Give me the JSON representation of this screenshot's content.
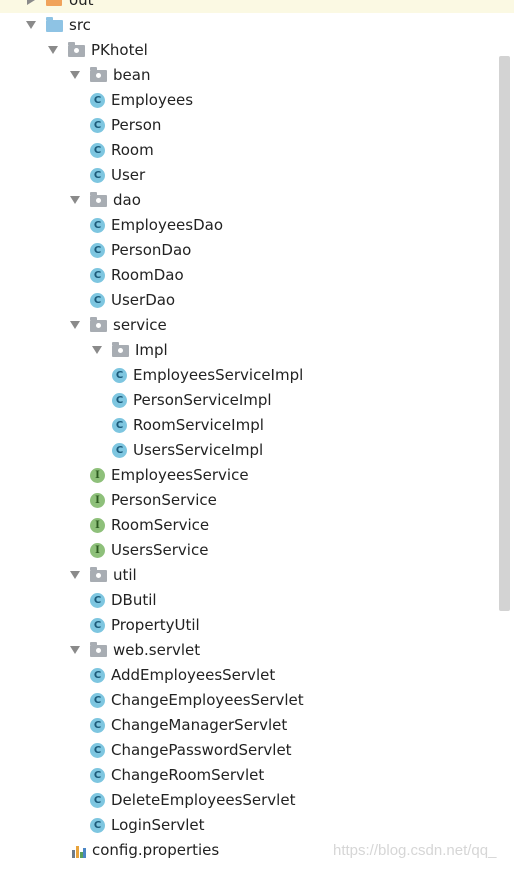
{
  "tree": [
    {
      "label": "out",
      "depth": 0,
      "type": "folder-orange",
      "arrow": "right"
    },
    {
      "label": "src",
      "depth": 0,
      "type": "folder-blue",
      "arrow": "down"
    },
    {
      "label": "PKhotel",
      "depth": 1,
      "type": "package",
      "arrow": "down"
    },
    {
      "label": "bean",
      "depth": 2,
      "type": "package",
      "arrow": "down"
    },
    {
      "label": "Employees",
      "depth": 3,
      "type": "class"
    },
    {
      "label": "Person",
      "depth": 3,
      "type": "class"
    },
    {
      "label": "Room",
      "depth": 3,
      "type": "class"
    },
    {
      "label": "User",
      "depth": 3,
      "type": "class"
    },
    {
      "label": "dao",
      "depth": 2,
      "type": "package",
      "arrow": "down"
    },
    {
      "label": "EmployeesDao",
      "depth": 3,
      "type": "class"
    },
    {
      "label": "PersonDao",
      "depth": 3,
      "type": "class"
    },
    {
      "label": "RoomDao",
      "depth": 3,
      "type": "class"
    },
    {
      "label": "UserDao",
      "depth": 3,
      "type": "class"
    },
    {
      "label": "service",
      "depth": 2,
      "type": "package",
      "arrow": "down"
    },
    {
      "label": "Impl",
      "depth": 3,
      "type": "package",
      "arrow": "down"
    },
    {
      "label": "EmployeesServiceImpl",
      "depth": 4,
      "type": "class"
    },
    {
      "label": "PersonServiceImpl",
      "depth": 4,
      "type": "class"
    },
    {
      "label": "RoomServiceImpl",
      "depth": 4,
      "type": "class"
    },
    {
      "label": "UsersServiceImpl",
      "depth": 4,
      "type": "class"
    },
    {
      "label": "EmployeesService",
      "depth": 3,
      "type": "interface"
    },
    {
      "label": "PersonService",
      "depth": 3,
      "type": "interface"
    },
    {
      "label": "RoomService",
      "depth": 3,
      "type": "interface"
    },
    {
      "label": "UsersService",
      "depth": 3,
      "type": "interface"
    },
    {
      "label": "util",
      "depth": 2,
      "type": "package",
      "arrow": "down"
    },
    {
      "label": "DButil",
      "depth": 3,
      "type": "class"
    },
    {
      "label": "PropertyUtil",
      "depth": 3,
      "type": "class"
    },
    {
      "label": "web.servlet",
      "depth": 2,
      "type": "package",
      "arrow": "down"
    },
    {
      "label": "AddEmployeesServlet",
      "depth": 3,
      "type": "class"
    },
    {
      "label": "ChangeEmployeesServlet",
      "depth": 3,
      "type": "class"
    },
    {
      "label": "ChangeManagerServlet",
      "depth": 3,
      "type": "class"
    },
    {
      "label": "ChangePasswordServlet",
      "depth": 3,
      "type": "class"
    },
    {
      "label": "ChangeRoomServlet",
      "depth": 3,
      "type": "class"
    },
    {
      "label": "DeleteEmployeesServlet",
      "depth": 3,
      "type": "class"
    },
    {
      "label": "LoginServlet",
      "depth": 3,
      "type": "class"
    },
    {
      "label": "config.properties",
      "depth": 1,
      "type": "properties"
    }
  ],
  "icon_letters": {
    "class": "C",
    "interface": "I"
  },
  "watermark": "https://blog.csdn.net/qq_",
  "colors": {
    "class_icon": "#7ec6e0",
    "interface_icon": "#8ec07a",
    "package_icon": "#a8adb3",
    "src_folder": "#8ec3e4",
    "out_folder": "#f0a35c",
    "selected_row": "#fbf9e3"
  }
}
